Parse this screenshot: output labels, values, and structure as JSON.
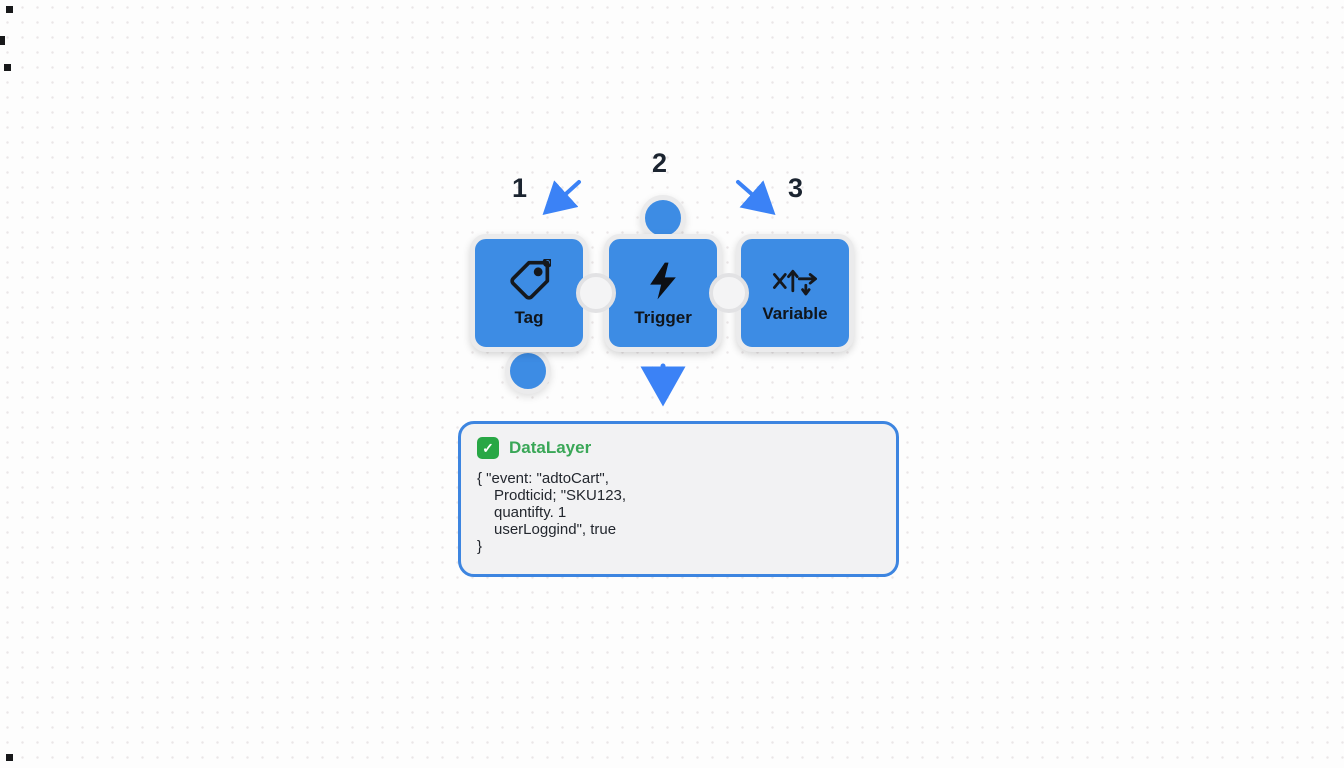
{
  "diagram": {
    "steps": [
      {
        "number": "1",
        "label": "Tag"
      },
      {
        "number": "2",
        "label": "Trigger"
      },
      {
        "number": "3",
        "label": "Variable"
      }
    ],
    "colors": {
      "piece_blue": "#3d8ce4",
      "arrow_blue": "#3b82f6",
      "panel_border_blue": "#3d85e0",
      "check_green": "#28a745",
      "title_green": "#3aa757"
    }
  },
  "datalayer": {
    "title": "DataLayer",
    "code_lines": [
      "{ \"event: \"adtoCart\",",
      "Prodticid; \"SKU123,",
      "quantifty. 1",
      "userLoggind\", true",
      "}"
    ]
  }
}
